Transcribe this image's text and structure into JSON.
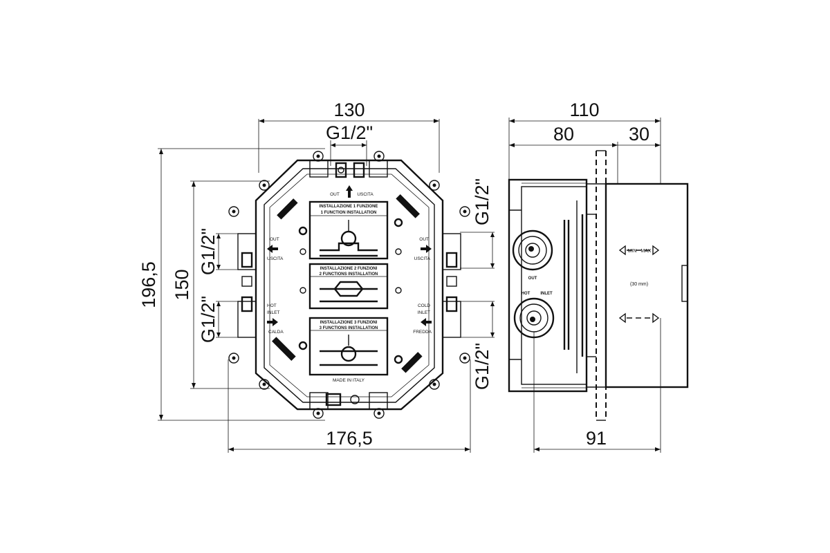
{
  "front_view": {
    "width_top": "130",
    "thread_top": "G1/2\"",
    "height_outer": "196,5",
    "height_inner": "150",
    "thread_left_top": "G1/2\"",
    "thread_left_bottom": "G1/2\"",
    "width_bottom": "176,5",
    "labels": {
      "out_top": "OUT",
      "uscita_top": "USCITA",
      "out_left": "OUT",
      "uscita_left": "USCITA",
      "out_right": "OUT",
      "uscita_right": "USCITA",
      "hot": "HOT",
      "inlet_left": "INLET",
      "calda": "CALDA",
      "cold": "COLD",
      "inlet_right": "INLET",
      "fredda": "FREDDA",
      "panel1_line1": "INSTALLAZIONE 1 FUNZIONE",
      "panel1_line2": "1 FUNCTION INSTALLATION",
      "panel2_line1": "INSTALLAZIONE 2 FUNZIONI",
      "panel2_line2": "2 FUNCTIONS INSTALLATION",
      "panel3_line1": "INSTALLAZIONE 3 FUNZIONI",
      "panel3_line2": "3 FUNCTIONS INSTALLATION",
      "made_in": "MADE IN ITALY"
    }
  },
  "side_view": {
    "depth_total": "110",
    "depth_body": "80",
    "depth_plaster": "30",
    "depth_bottom": "91",
    "thread_right_top": "G1/2\"",
    "thread_right_bottom": "G1/2\"",
    "out_label": "OUT",
    "hot_label": "HOT",
    "inlet_label": "INLET",
    "range_label": "(30 mm)",
    "min_label": "MIN",
    "max_label": "MAX"
  }
}
